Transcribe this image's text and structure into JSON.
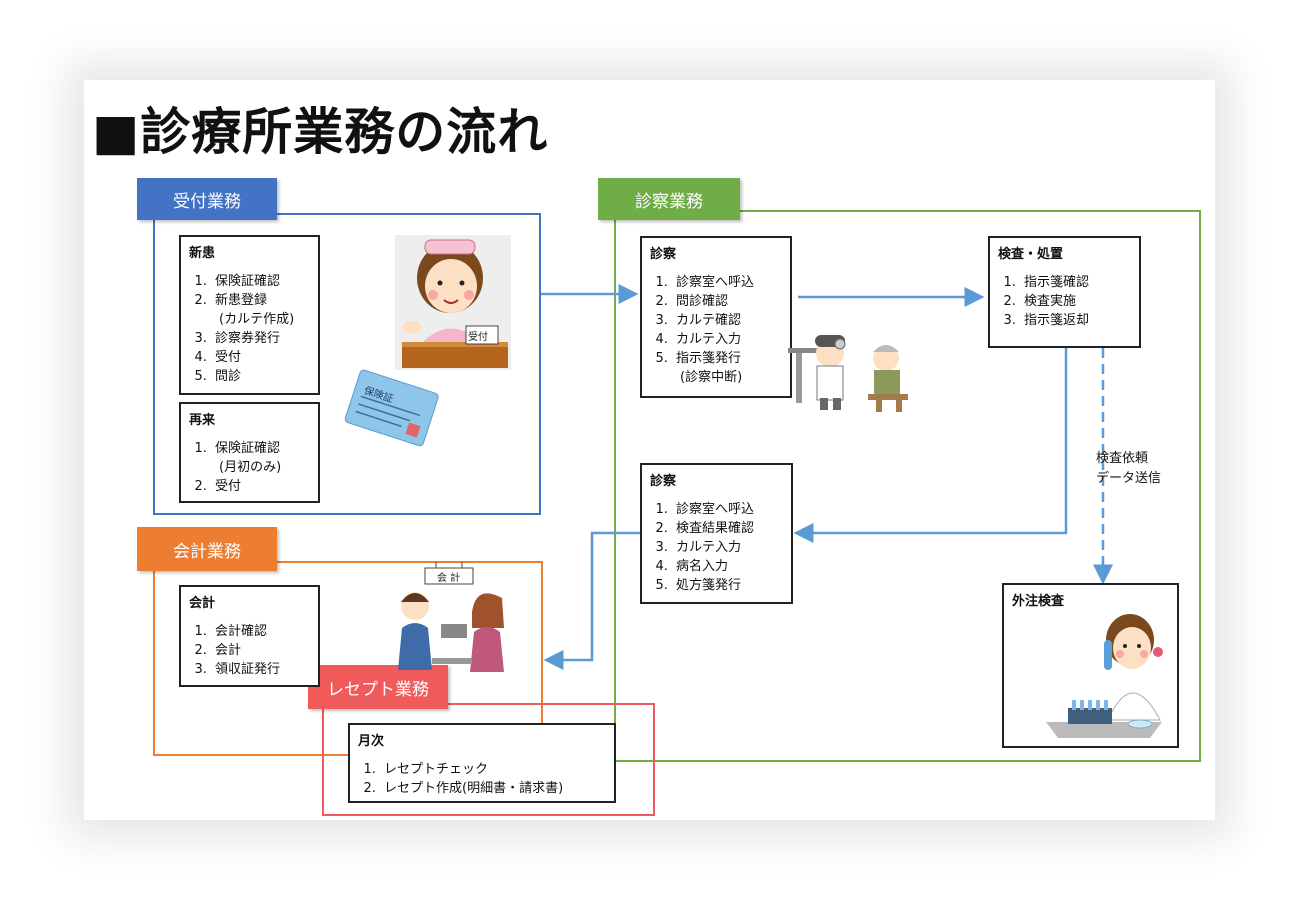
{
  "title": "■診療所業務の流れ",
  "uketsuke": {
    "tag": "受付業務",
    "shinkan": {
      "title": "新患",
      "items": [
        "保険証確認",
        "新患登録",
        "診察券発行",
        "受付",
        "問診"
      ],
      "sub2": "(カルテ作成)"
    },
    "saiko": {
      "title": "再来",
      "items": [
        "保険証確認",
        "受付"
      ],
      "sub1": "(月初のみ)"
    },
    "card_label": "保険証",
    "desk_label": "受付"
  },
  "shinsatsu": {
    "tag": "診察業務",
    "box1": {
      "title": "診察",
      "items": [
        "診察室へ呼込",
        "問診確認",
        "カルテ確認",
        "カルテ入力",
        "指示箋発行"
      ],
      "sub5": "(診察中断)"
    },
    "box2": {
      "title": "診察",
      "items": [
        "診察室へ呼込",
        "検査結果確認",
        "カルテ入力",
        "病名入力",
        "処方箋発行"
      ]
    },
    "kensa": {
      "title": "検査・処置",
      "items": [
        "指示箋確認",
        "検査実施",
        "指示箋返却"
      ]
    },
    "gaichu": {
      "title": "外注検査"
    },
    "note_line1": "検査依頼",
    "note_line2": "データ送信"
  },
  "kaikei": {
    "tag": "会計業務",
    "box": {
      "title": "会計",
      "items": [
        "会計確認",
        "会計",
        "領収証発行"
      ]
    },
    "sign_label": "会 計"
  },
  "receipt": {
    "tag": "レセプト業務",
    "box": {
      "title": "月次",
      "items": [
        "レセプトチェック",
        "レセプト作成(明細書・請求書)"
      ]
    }
  },
  "colors": {
    "blue": "#4472c4",
    "green": "#70ad47",
    "orange": "#ed7d31",
    "red": "#f05a5a",
    "arrow": "#5b9bd5"
  }
}
